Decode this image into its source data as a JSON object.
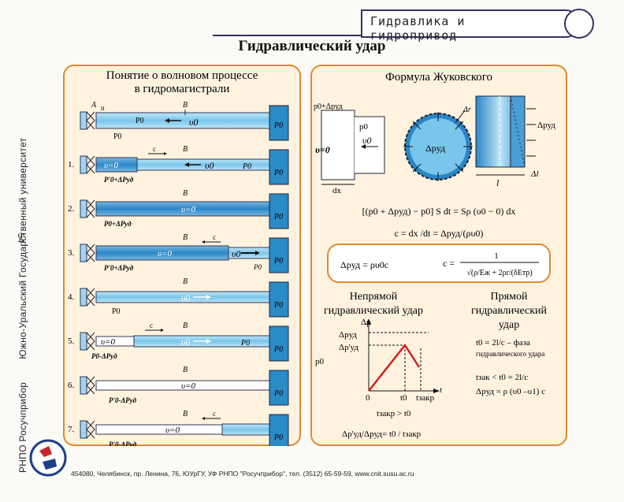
{
  "header": {
    "title": "Гидравлика и гидропривод"
  },
  "page_title": "Гидравлический удар",
  "side": {
    "university": "Южно-Уральский Государственный университет",
    "brand": "РНПО Росучприбор",
    "page_number": "54"
  },
  "left_panel": {
    "title_line1": "Понятие о волновом процессе",
    "title_line2": "в гидромагистрали",
    "labels": {
      "A": "A",
      "B": "B",
      "n": "n",
      "c": "c",
      "p0": "P0",
      "v0": "υ0",
      "v_zero": "υ=0",
      "p_plus": "P0+ΔPуд",
      "p_minus": "P0-ΔPуд",
      "p_minus_prime": "P'0-ΔPуд",
      "p_plus_prime": "P'0+ΔPуд"
    },
    "stages": [
      "1.",
      "2.",
      "3.",
      "4.",
      "5.",
      "6.",
      "7."
    ]
  },
  "right_panel": {
    "title": "Формула Жуковского",
    "labels": {
      "p_top": "p0+Δpуд",
      "p0": "p0",
      "v0": "υ0",
      "v_zero": "υ=0",
      "dx": "dx",
      "dr": "Δr",
      "dp_circle": "Δpуд",
      "dp_right": "Δpуд",
      "l": "l",
      "dl": "Δl"
    },
    "eq1": "[(p0 + Δpуд) − p0] S dt = Sρ (υ0 − 0) dx",
    "eq2": "c = dx /dt = Δpуд/(ρυ0)",
    "box_left": "Δpуд = ρυ0c",
    "box_c": "c =",
    "box_num": "1",
    "box_den": "√(ρ/Eж + 2ρr/(δEтр)",
    "indirect_title_1": "Непрямой",
    "indirect_title_2": "гидравлический удар",
    "direct_title_1": "Прямой",
    "direct_title_2": "гидравлический",
    "direct_title_3": "удар",
    "graph_labels": {
      "y_axis": "Δp",
      "dp": "Δpуд",
      "dp_prime": "Δp'уд",
      "p0": "p0",
      "t": "t",
      "zero": "0",
      "t0": "t0",
      "tz": "tзакр"
    },
    "cond_indirect": "tзакр > t0",
    "ratio": "Δp'уд/Δpуд= t0 / tзакр",
    "t0_def": "t0 = 2l/c – фаза",
    "t0_def2": "гидравлического удара",
    "cond_direct": "tзак < t0 = 2l/c",
    "dp_direct": "Δpуд = ρ (υ0 –υ1) c"
  },
  "footer": {
    "address": "454080, Челябинск, пр. Ленина, 76, ЮУрГУ, УФ РНПО \"Росучприбор\", тел. (3512) 65-59-59, www.cnit.susu.ac.ru"
  },
  "colors": {
    "accent": "#e08a2c",
    "pipe": "#7cc8ea",
    "pipe_dark": "#2b8cc6",
    "header": "#3b2e66"
  }
}
